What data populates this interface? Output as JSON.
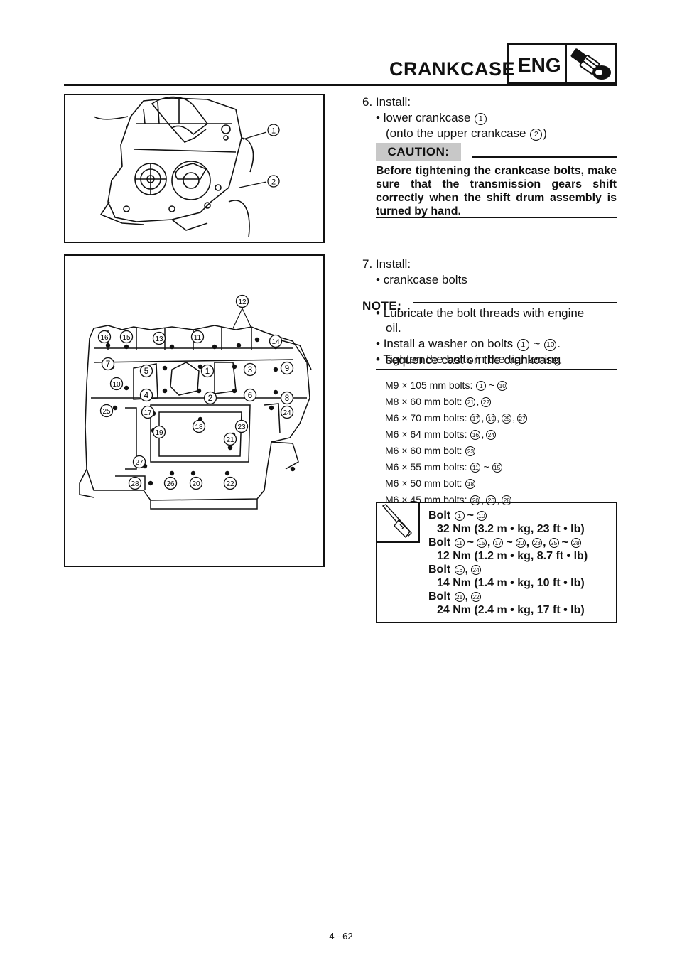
{
  "header": {
    "title": "CRANKCASE",
    "section_tag": "ENG"
  },
  "step6": {
    "number": "6.",
    "label": "Install:",
    "bullet1_text": "lower crankcase",
    "bullet1_ref": "1",
    "bullet1_sub_prefix": "(onto the upper crankcase",
    "bullet1_sub_ref": "2",
    "bullet1_sub_suffix": ")"
  },
  "caution": {
    "label": "CAUTION:",
    "text": "Before tightening the crankcase bolts, make sure that the transmission gears shift correctly when the shift drum assembly is turned by hand."
  },
  "step7": {
    "number": "7.",
    "label": "Install:",
    "bullet1_text": "crankcase bolts"
  },
  "note": {
    "label": "NOTE:",
    "item1_line1": "Lubricate the bolt threads with engine",
    "item1_line2": "oil.",
    "item2_prefix": "Install a washer on bolts",
    "item2_from": "1",
    "item2_sep": "~",
    "item2_to": "10",
    "item2_suffix": ".",
    "item3_line1": "Tighten the bolts in the tightening",
    "item3_line2": "sequence cast on the crankcase."
  },
  "specs": [
    {
      "text": "M9 × 105 mm bolts:",
      "refs": [
        "1",
        "~",
        "10"
      ]
    },
    {
      "text": "M8 × 60 mm bolt:",
      "refs": [
        "21",
        ",",
        "22"
      ]
    },
    {
      "text": "M6 × 70 mm bolts:",
      "refs": [
        "17",
        ",",
        "19",
        ",",
        "25",
        ",",
        "27"
      ]
    },
    {
      "text": "M6 × 64 mm bolts:",
      "refs": [
        "16",
        ",",
        "24"
      ]
    },
    {
      "text": "M6 × 60 mm bolt:",
      "refs": [
        "23"
      ]
    },
    {
      "text": "M6 × 55 mm bolts:",
      "refs": [
        "11",
        "~",
        "15"
      ]
    },
    {
      "text": "M6 × 50 mm bolt:",
      "refs": [
        "18"
      ]
    },
    {
      "text": "M6 × 45 mm bolts:",
      "refs": [
        "20",
        ",",
        "26",
        ",",
        "28"
      ]
    }
  ],
  "torque": [
    {
      "label": "Bolt",
      "refs": [
        "1",
        "~",
        "10"
      ],
      "value": "32 Nm (3.2 m • kg, 23 ft • lb)"
    },
    {
      "label": "Bolt",
      "refs": [
        "11",
        "~",
        "15",
        ",",
        "17",
        "~",
        "20",
        ",",
        "23",
        ",",
        "25",
        "~",
        "28"
      ],
      "value": "12 Nm (1.2 m • kg, 8.7 ft • lb)"
    },
    {
      "label": "Bolt",
      "refs": [
        "16",
        ",",
        "24"
      ],
      "value": "14 Nm (1.4 m • kg, 10 ft • lb)"
    },
    {
      "label": "Bolt",
      "refs": [
        "21",
        ",",
        "22"
      ],
      "value": "24 Nm (2.4 m • kg, 17 ft • lb)"
    }
  ],
  "figure1": {
    "callouts": [
      "1",
      "2"
    ]
  },
  "figure2": {
    "callouts": [
      {
        "n": "12"
      },
      {
        "n": "16"
      },
      {
        "n": "15"
      },
      {
        "n": "13"
      },
      {
        "n": "11"
      },
      {
        "n": "14"
      },
      {
        "n": "7"
      },
      {
        "n": "5"
      },
      {
        "n": "1"
      },
      {
        "n": "3"
      },
      {
        "n": "9"
      },
      {
        "n": "10"
      },
      {
        "n": "4"
      },
      {
        "n": "2"
      },
      {
        "n": "6"
      },
      {
        "n": "8"
      },
      {
        "n": "25"
      },
      {
        "n": "17"
      },
      {
        "n": "24"
      },
      {
        "n": "18"
      },
      {
        "n": "23"
      },
      {
        "n": "19"
      },
      {
        "n": "21"
      },
      {
        "n": "27"
      },
      {
        "n": "28"
      },
      {
        "n": "26"
      },
      {
        "n": "20"
      },
      {
        "n": "22"
      }
    ]
  },
  "footer": {
    "page_number": "4 - 62"
  }
}
